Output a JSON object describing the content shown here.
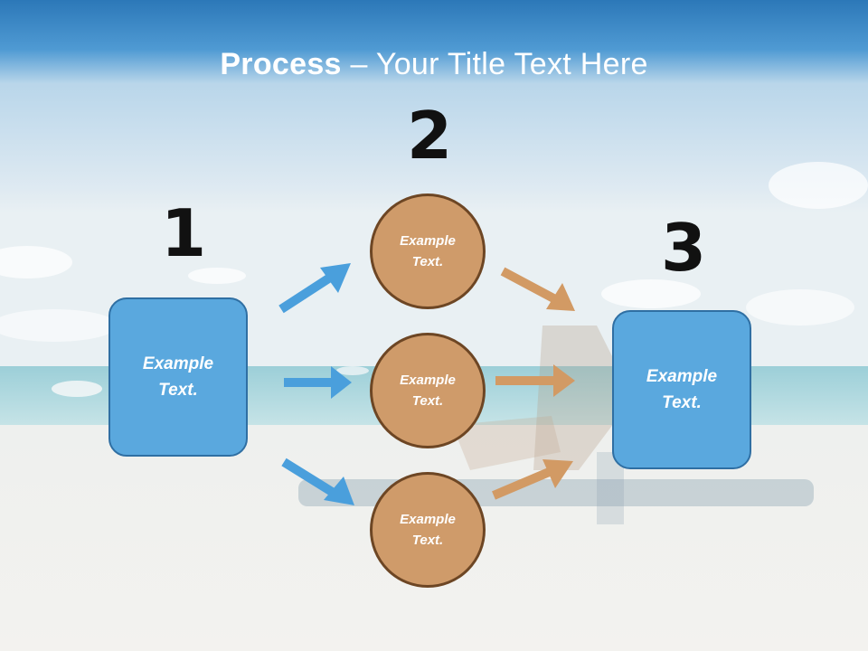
{
  "title": {
    "bold": "Process",
    "rest": " – Your Title Text Here"
  },
  "steps": {
    "one": {
      "number": "1",
      "line1": "Example",
      "line2": "Text."
    },
    "two": {
      "number": "2"
    },
    "three": {
      "number": "3",
      "line1": "Example",
      "line2": "Text."
    }
  },
  "circles": [
    {
      "line1": "Example",
      "line2": "Text."
    },
    {
      "line1": "Example",
      "line2": "Text."
    },
    {
      "line1": "Example",
      "line2": "Text."
    }
  ],
  "colors": {
    "box_fill": "#5aa8de",
    "box_border": "#2f6fa3",
    "circle_fill": "#cf9b6a",
    "circle_border": "#6d4624",
    "blue_arrow": "#4a9fdc",
    "orange_arrow": "#d29a64"
  }
}
